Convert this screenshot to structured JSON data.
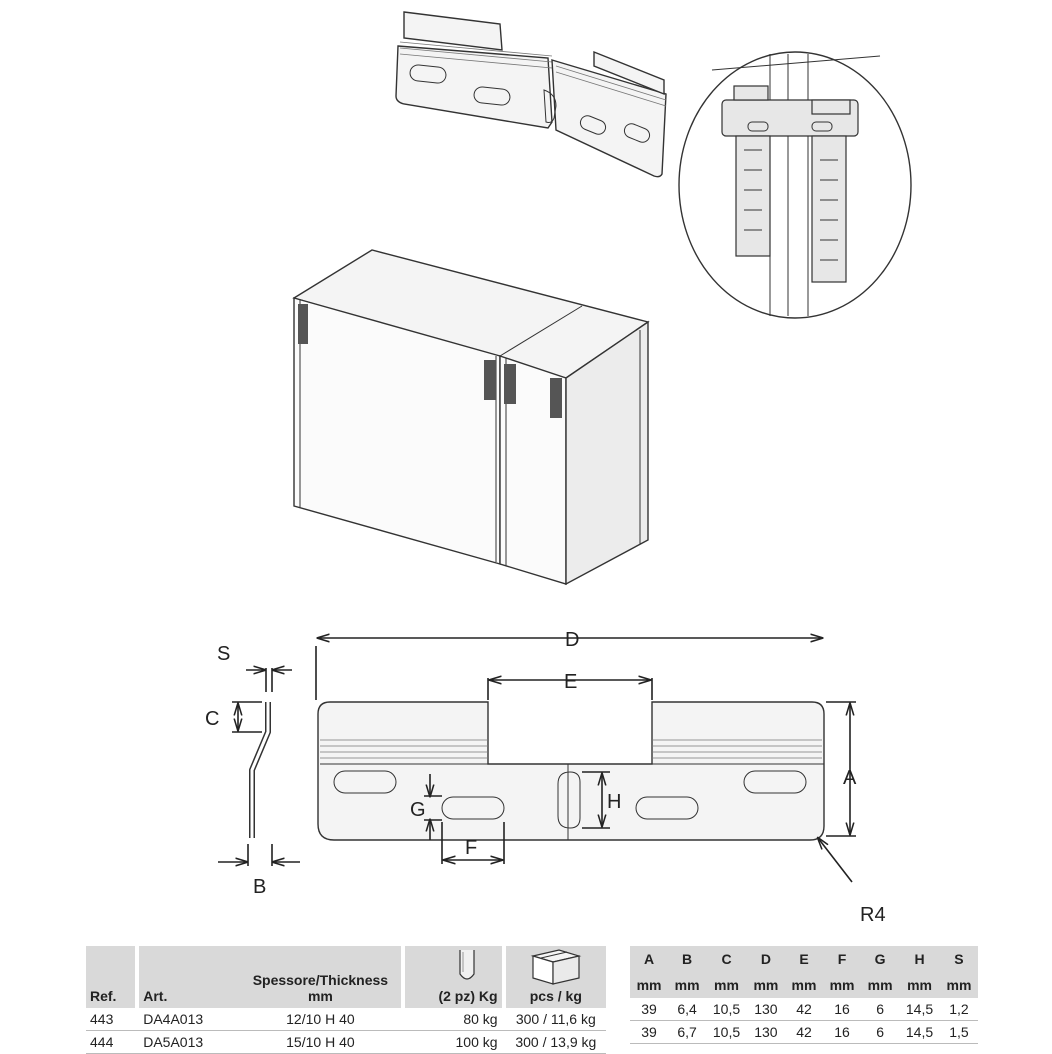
{
  "dimension_labels": {
    "S": "S",
    "C": "C",
    "B": "B",
    "D": "D",
    "E": "E",
    "A": "A",
    "G": "G",
    "H": "H",
    "F": "F",
    "R4": "R4"
  },
  "table_left": {
    "headers": {
      "ref": "Ref.",
      "art": "Art.",
      "thickness_line1": "Spessore/Thickness",
      "thickness_line2": "mm",
      "load": "(2 pz) Kg",
      "pack": "pcs / kg"
    },
    "icons": {
      "load": "screw-icon",
      "pack": "box-icon"
    },
    "rows": [
      {
        "ref": "443",
        "art": "DA4A013",
        "thickness": "12/10 H 40",
        "load": "80 kg",
        "pack": "300 / 11,6 kg"
      },
      {
        "ref": "444",
        "art": "DA5A013",
        "thickness": "15/10 H 40",
        "load": "100 kg",
        "pack": "300 / 13,9 kg"
      }
    ]
  },
  "table_right": {
    "headers": [
      "A",
      "B",
      "C",
      "D",
      "E",
      "F",
      "G",
      "H",
      "S"
    ],
    "units": [
      "mm",
      "mm",
      "mm",
      "mm",
      "mm",
      "mm",
      "mm",
      "mm",
      "mm"
    ],
    "rows": [
      [
        "39",
        "6,4",
        "10,5",
        "130",
        "42",
        "16",
        "6",
        "14,5",
        "1,2"
      ],
      [
        "39",
        "6,7",
        "10,5",
        "130",
        "42",
        "16",
        "6",
        "14,5",
        "1,5"
      ]
    ]
  }
}
